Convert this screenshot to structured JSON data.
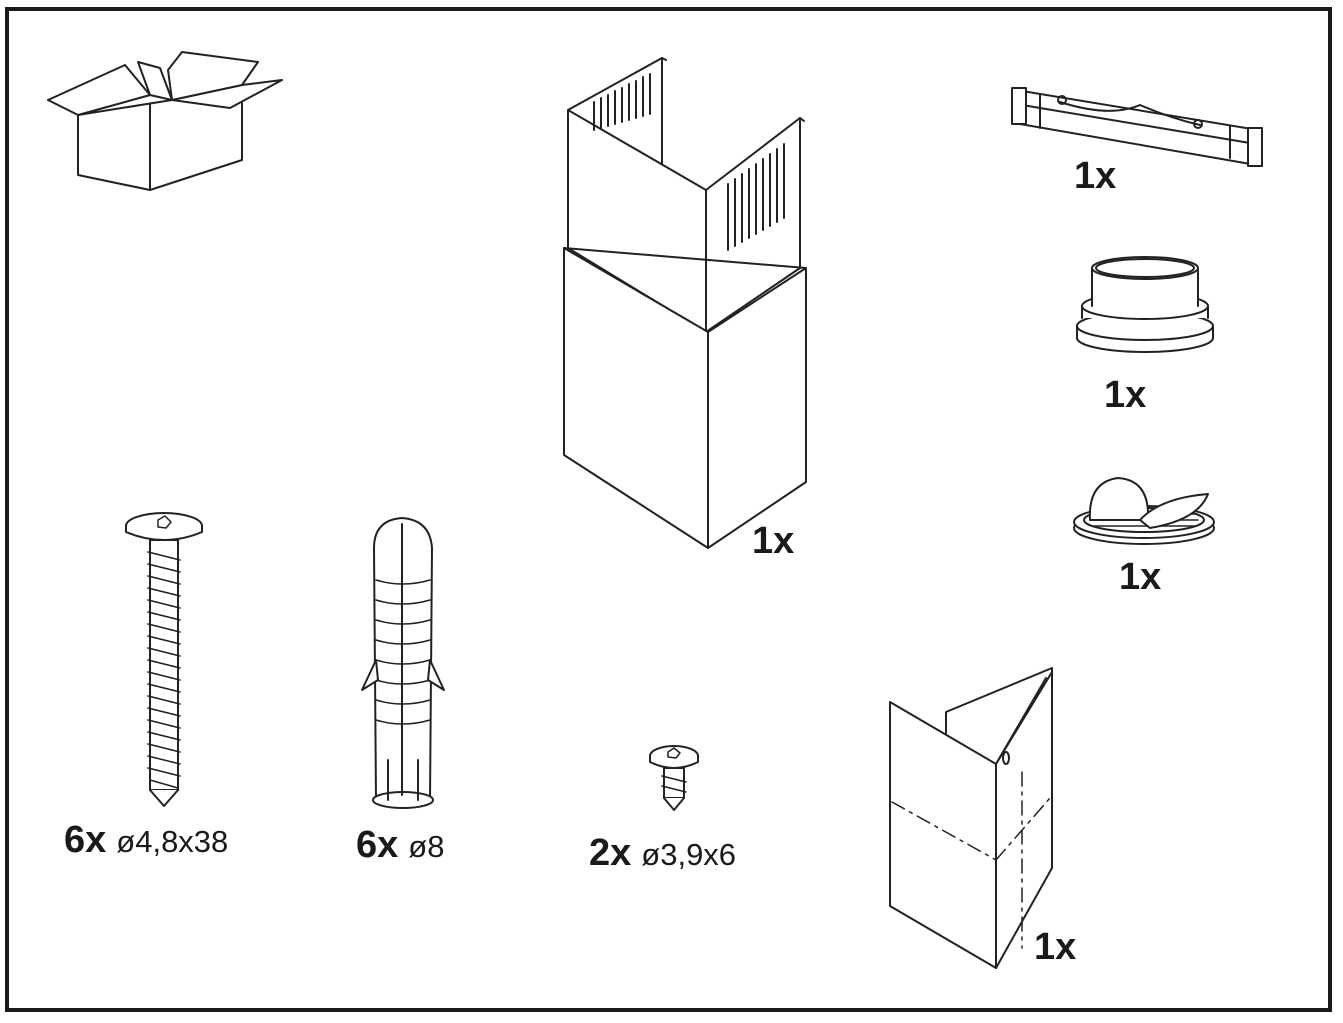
{
  "parts": {
    "box": {
      "icon": "cardboard-box-icon"
    },
    "chimney": {
      "qty": "1x",
      "icon": "chimney-cover-icon"
    },
    "bracket": {
      "qty": "1x",
      "icon": "mounting-bracket-icon"
    },
    "adapter": {
      "qty": "1x",
      "icon": "duct-adapter-icon"
    },
    "valve": {
      "qty": "1x",
      "icon": "non-return-valve-icon"
    },
    "screw_large": {
      "qty": "6x",
      "size": "ø4,8x38",
      "icon": "wood-screw-icon"
    },
    "wall_plug": {
      "qty": "6x",
      "size": "ø8",
      "icon": "wall-plug-icon"
    },
    "screw_small": {
      "qty": "2x",
      "size": "ø3,9x6",
      "icon": "small-screw-icon"
    },
    "corner_plate": {
      "qty": "1x",
      "icon": "corner-plate-icon"
    }
  },
  "colors": {
    "line": "#1a1a1a",
    "background": "#ffffff"
  }
}
